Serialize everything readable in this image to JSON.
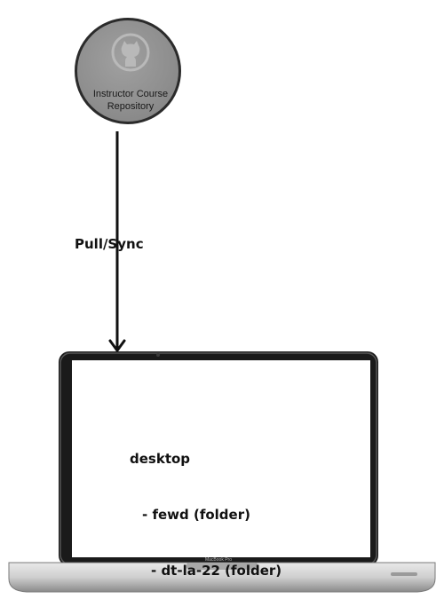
{
  "repository": {
    "label_line1": "Instructor Course",
    "label_line2": "Repository",
    "icon": "github-octocat-icon"
  },
  "connector": {
    "label": "Pull/Sync"
  },
  "laptop": {
    "brand_label": "MacBook Pro",
    "screen_lines": [
      "desktop",
      "- fewd (folder)",
      "- dt-la-22 (folder)"
    ]
  }
}
